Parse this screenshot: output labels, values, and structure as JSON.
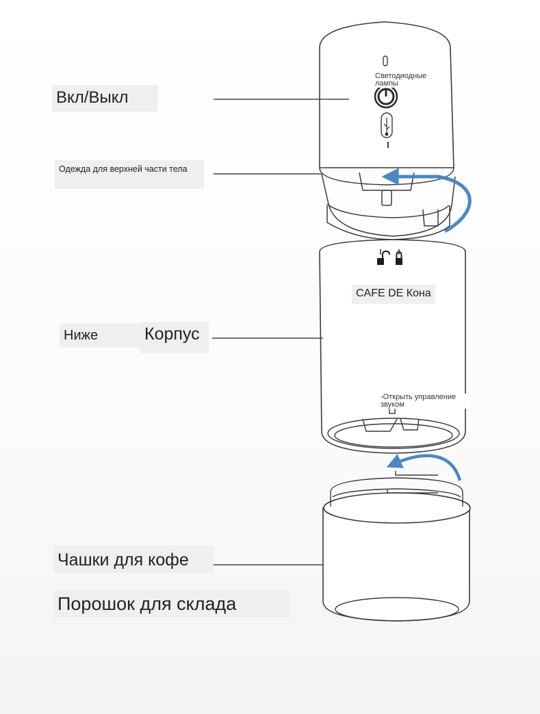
{
  "labels": {
    "on_off": "Вкл/Выкл",
    "led": "Светодиодные лампы",
    "upper_body": "Одежда для верхней части тела",
    "cafe": "CAFE DE Кона",
    "lower": "Ниже",
    "body": "Корпус",
    "sound": "-Открыть управление звуком",
    "cups": "Чашки для кофе",
    "powder": "Порошок для склада"
  },
  "colors": {
    "arrow": "#4a88bf",
    "line": "#444444",
    "label_bg": "#efefef"
  },
  "icons": [
    "power-button-icon",
    "usb-icon",
    "unlock-icon",
    "lock-icon"
  ]
}
